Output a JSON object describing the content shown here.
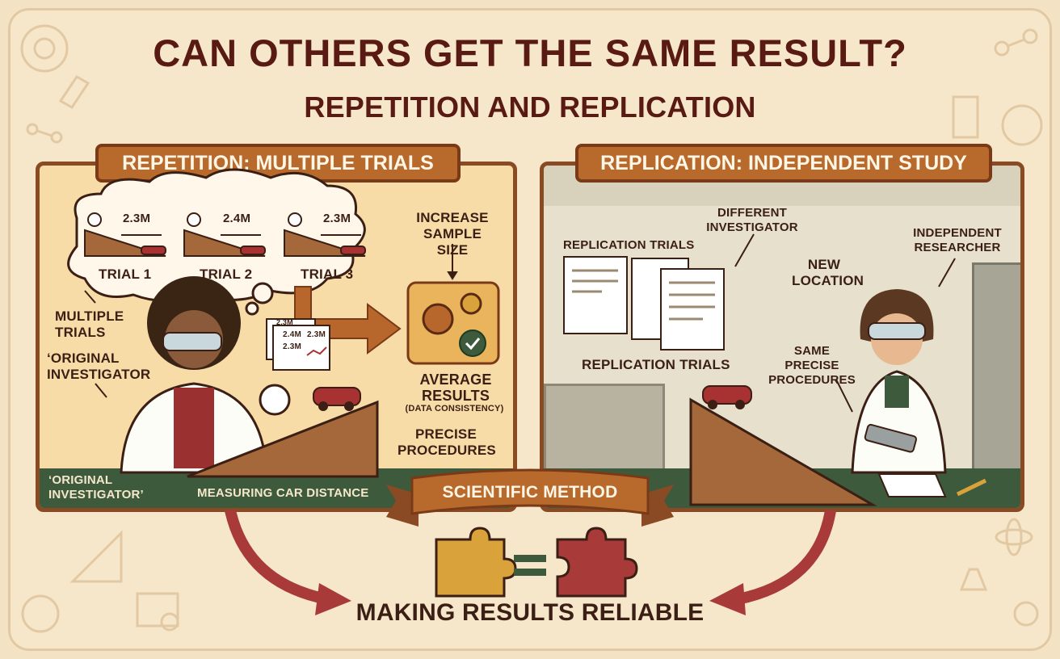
{
  "title": "CAN OTHERS GET THE SAME RESULT?",
  "subtitle": "REPETITION AND REPLICATION",
  "left_panel": {
    "banner": "REPETITION: MULTIPLE TRIALS",
    "trials": [
      {
        "label": "TRIAL 1",
        "distance": "2.3m"
      },
      {
        "label": "TRIAL 2",
        "distance": "2.4m"
      },
      {
        "label": "TRIAL 3",
        "distance": "2.3m"
      }
    ],
    "increase_sample_size": "INCREASE SAMPLE SIZE",
    "multiple_trials": "MULTIPLE TRIALS",
    "original_investigator": "‘ORIGINAL INVESTIGATOR",
    "average_results": "AVERAGE RESULTS",
    "data_consistency": "(DATA CONSISTENCY)",
    "precise_procedures": "PRECISE PROCEDURES",
    "card_values": [
      "2.3m",
      "2.4m",
      "2.3m",
      "2.3m"
    ],
    "ground_investigator": "‘ORIGINAL INVESTIGATOR’",
    "measuring": "MEASURING CAR DISTANCE"
  },
  "right_panel": {
    "banner": "REPLICATION: INDEPENDENT STUDY",
    "different_investigator": "DIFFERENT INVESTIGATOR",
    "replication_trials_top": "REPLICATION TRIALS",
    "new_location": "NEW LOCATION",
    "independent_researcher": "INDEPENDENT RESEARCHER",
    "replication_trials_bottom": "REPLICATION TRIALS",
    "same_precise_procedures": "SAME PRECISE PROCEDURES"
  },
  "ribbon": "SCIENTIFIC METHOD",
  "footer": "MAKING RESULTS RELIABLE",
  "colors": {
    "background": "#f6e7cb",
    "title": "#5a1a14",
    "panel_border": "#8a4a24",
    "banner": "#b86a2c",
    "ground": "#3d5a3c",
    "arrow": "#a83a3a",
    "puzzle_left": "#d9a23a",
    "puzzle_right": "#a83a3a"
  }
}
